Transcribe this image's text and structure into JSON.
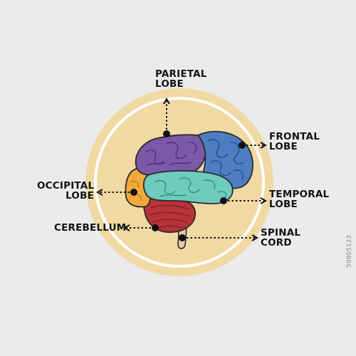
{
  "colors": {
    "background": "#ebebeb",
    "ring": "#f0d9a3",
    "parietal": "#7b58a8",
    "frontal": "#4d7ec4",
    "temporal": "#6fcbbe",
    "occipital": "#f2a93b",
    "cerebellum": "#b8323a",
    "stem": "#e8c9a8",
    "pointer": "#111111"
  },
  "labels": {
    "parietal": {
      "line1": "PARIETAL",
      "line2": "LOBE"
    },
    "frontal": {
      "line1": "FRONTAL",
      "line2": "LOBE"
    },
    "occipital": {
      "line1": "OCCIPITAL",
      "line2": "LOBE"
    },
    "temporal": {
      "line1": "TEMPORAL",
      "line2": "LOBE"
    },
    "cerebellum": {
      "line1": "CEREBELLUM"
    },
    "spinal": {
      "line1": "SPINAL",
      "line2": "CORD"
    }
  },
  "stock_id": "50905123"
}
